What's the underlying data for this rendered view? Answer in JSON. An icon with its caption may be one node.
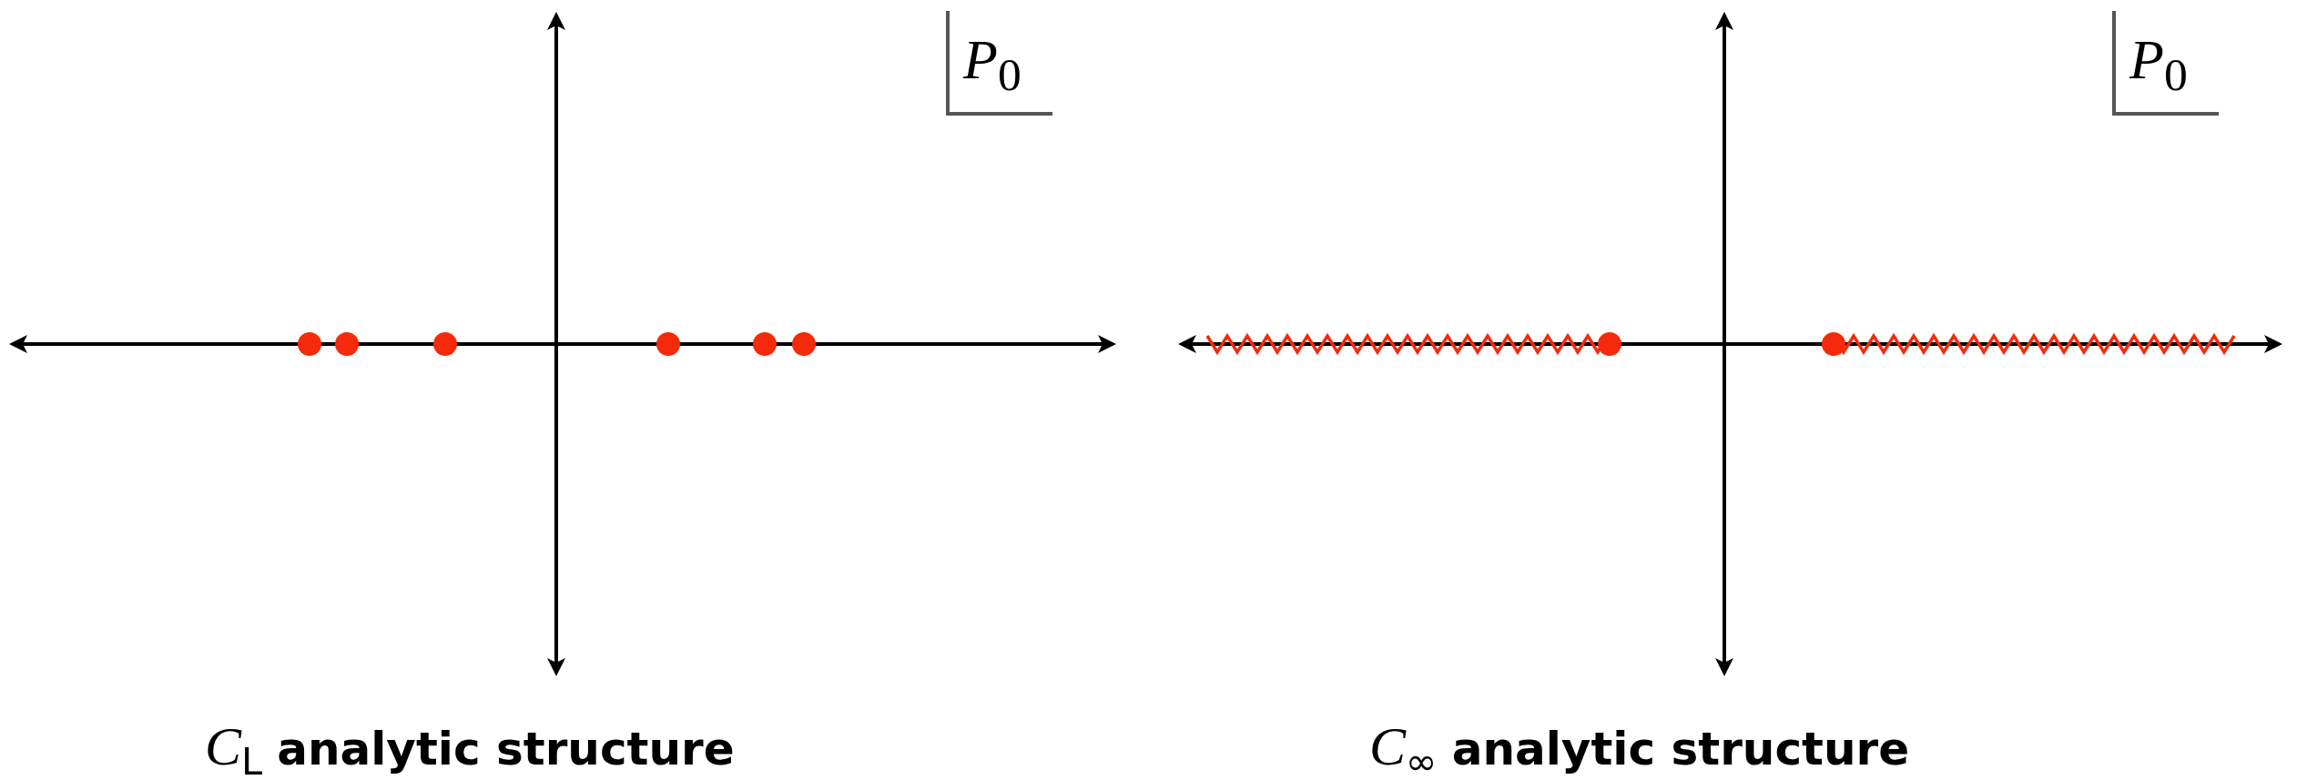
{
  "diagram": {
    "labels": [
      "*P*$_{0}$",
      "*P*$_{0}$",
      "*C*$_{L}$ **analytic structure**",
      "*C*$_{∞}$ **analytic structure**"
    ]
  }
}
